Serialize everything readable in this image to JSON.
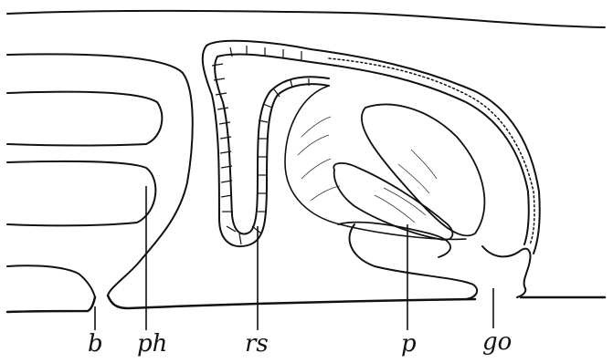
{
  "labels": {
    "b": "b",
    "ph": "ph",
    "rs": "rs",
    "p": "p",
    "go": "go"
  },
  "colors": {
    "ink": "#111111",
    "paper": "#ffffff"
  }
}
